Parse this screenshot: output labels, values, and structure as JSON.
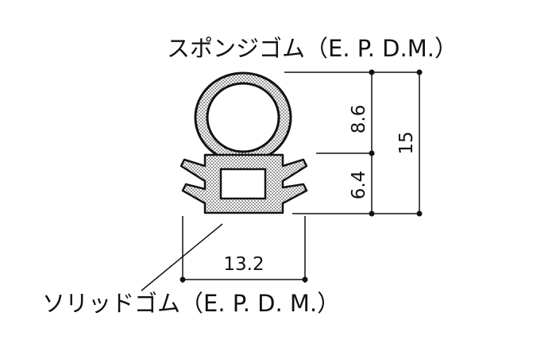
{
  "labels": {
    "sponge": "スポンジゴム（E. P. D.M.）",
    "solid": "ソリッドゴム（E. P. D. M.）"
  },
  "dimensions": {
    "top_height": "8.6",
    "bottom_height": "6.4",
    "total_height": "15",
    "width": "13.2"
  },
  "colors": {
    "line": "#111111",
    "fill": "#ffffff"
  }
}
